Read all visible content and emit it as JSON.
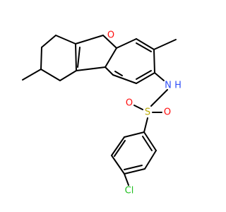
{
  "molecule": {
    "atom_labels": {
      "oxygen_furan": "O",
      "nitrogen": "N",
      "hydrogen": "H",
      "sulfur": "S",
      "oxygen_left": "O",
      "oxygen_right": "O",
      "chlorine": "Cl"
    },
    "colors": {
      "bond": "#000000",
      "oxygen": "#ff0d0d",
      "nitrogen": "#3050f8",
      "sulfur": "#b8a800",
      "chlorine": "#1fbf1f"
    }
  }
}
